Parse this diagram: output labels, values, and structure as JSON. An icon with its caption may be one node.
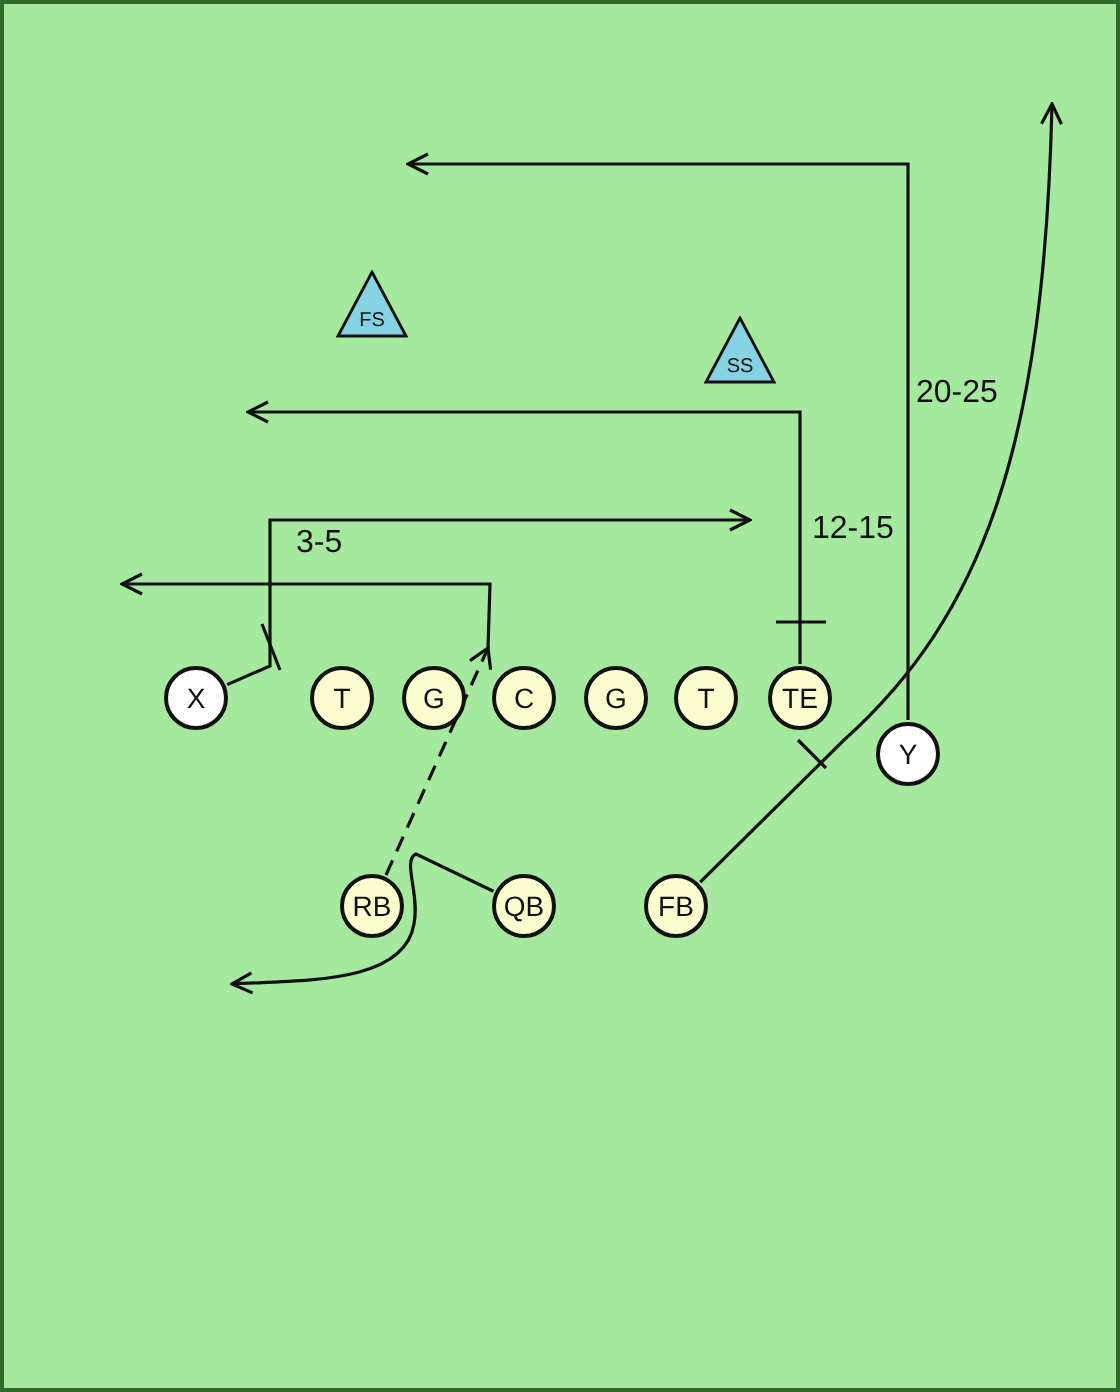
{
  "diagram": {
    "nodes": [
      {
        "text": [
          "FS"
        ]
      },
      {
        "text": [
          "SS"
        ]
      },
      {
        "text": [
          "X"
        ]
      },
      {
        "text": [
          "T"
        ]
      },
      {
        "text": [
          "G"
        ]
      },
      {
        "text": [
          "C"
        ]
      },
      {
        "text": [
          "G"
        ]
      },
      {
        "text": [
          "T"
        ]
      },
      {
        "text": [
          "TE"
        ]
      },
      {
        "text": [
          "Y"
        ]
      },
      {
        "text": [
          "RB"
        ]
      },
      {
        "text": [
          "QB"
        ]
      },
      {
        "text": [
          "FB"
        ]
      }
    ],
    "edges": [
      {
        "from": 9,
        "to": null,
        "arrow": "to"
      },
      {
        "from": 8,
        "to": null,
        "arrow": "to"
      },
      {
        "from": 2,
        "to": null,
        "arrow": "to"
      },
      {
        "from": 10,
        "to": null,
        "arrow": "to",
        "style": "dashed"
      },
      {
        "from": 11,
        "to": null,
        "arrow": "to"
      },
      {
        "from": 12,
        "to": null,
        "arrow": "to"
      }
    ],
    "labels": [
      "20-25",
      "12-15",
      "3-5"
    ]
  }
}
